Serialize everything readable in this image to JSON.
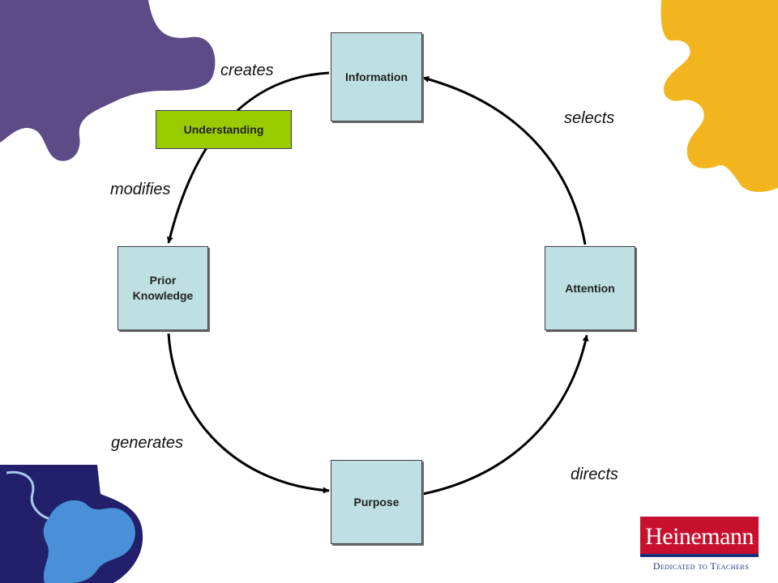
{
  "nodes": {
    "information": "Information",
    "attention": "Attention",
    "purpose": "Purpose",
    "prior_knowledge": [
      "Prior",
      "Knowledge"
    ],
    "understanding": "Understanding"
  },
  "relations": {
    "creates": "creates",
    "selects": "selects",
    "modifies": "modifies",
    "generates": "generates",
    "directs": "directs"
  },
  "logo": {
    "name": "Heinemann",
    "tagline": "Dedicated to Teachers"
  },
  "colors": {
    "node_fill": "#bfe0e3",
    "understanding_fill": "#99cc00",
    "puzzle_purple": "#5c4b86",
    "puzzle_gold": "#f2b51d",
    "puzzle_navy": "#22206b",
    "puzzle_blue": "#4a90d9",
    "logo_red": "#c8102e",
    "logo_navy": "#1b2f7a"
  }
}
